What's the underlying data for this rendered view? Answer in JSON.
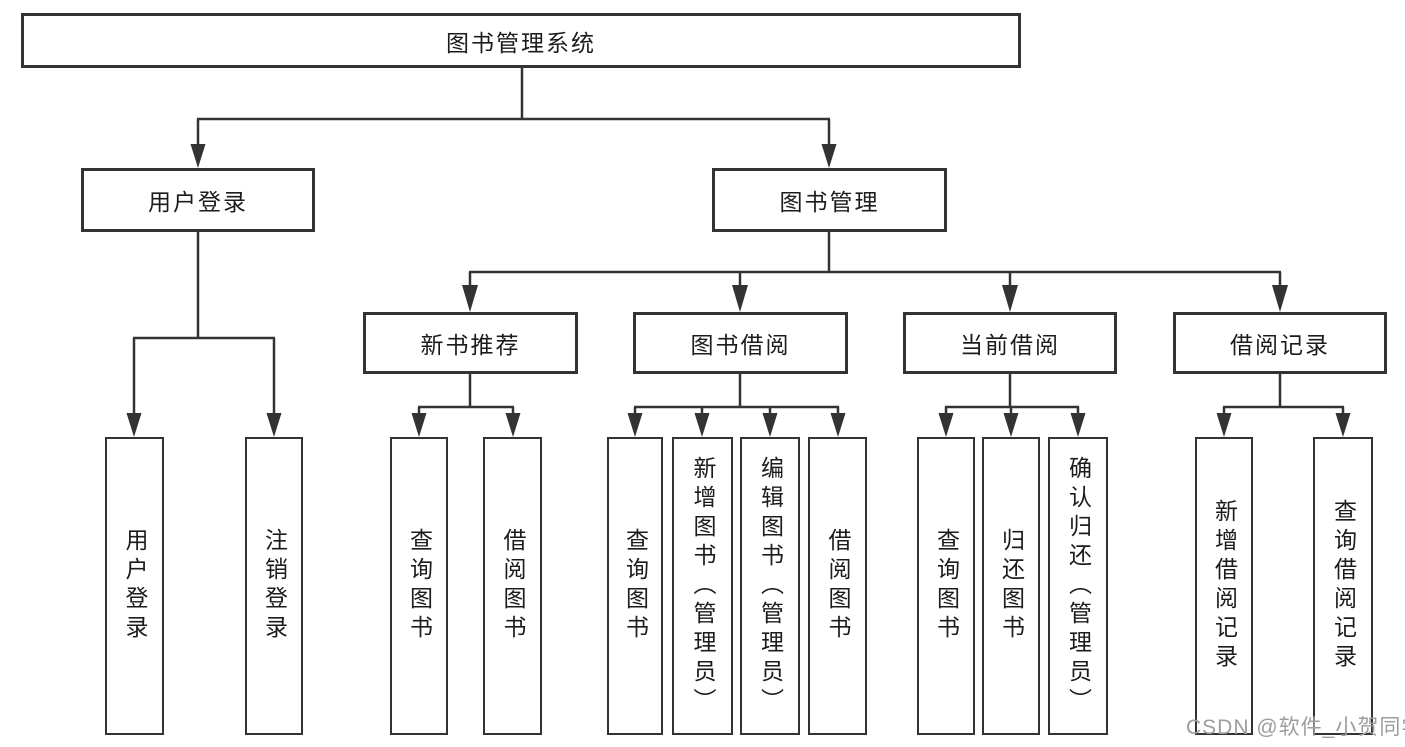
{
  "diagram": {
    "type": "hierarchy-tree",
    "title": "图书管理系统",
    "nodes": {
      "root": {
        "label": "图书管理系统"
      },
      "user_login": {
        "label": "用户登录"
      },
      "book_mgmt": {
        "label": "图书管理"
      },
      "new_book": {
        "label": "新书推荐"
      },
      "book_borrow": {
        "label": "图书借阅"
      },
      "current_borrow": {
        "label": "当前借阅"
      },
      "borrow_record": {
        "label": "借阅记录"
      },
      "login": {
        "label": "用户登录"
      },
      "logout": {
        "label": "注销登录"
      },
      "nb_query": {
        "label": "查询图书"
      },
      "nb_borrow": {
        "label": "借阅图书"
      },
      "bb_query": {
        "label": "查询图书"
      },
      "bb_add": {
        "label": "新增图书（管理员）"
      },
      "bb_edit": {
        "label": "编辑图书（管理员）"
      },
      "bb_borrow": {
        "label": "借阅图书"
      },
      "cb_query": {
        "label": "查询图书"
      },
      "cb_return": {
        "label": "归还图书"
      },
      "cb_confirm": {
        "label": "确认归还（管理员）"
      },
      "br_add": {
        "label": "新增借阅记录"
      },
      "br_query": {
        "label": "查询借阅记录"
      }
    },
    "edges": [
      [
        "root",
        "user_login"
      ],
      [
        "root",
        "book_mgmt"
      ],
      [
        "user_login",
        "login"
      ],
      [
        "user_login",
        "logout"
      ],
      [
        "book_mgmt",
        "new_book"
      ],
      [
        "book_mgmt",
        "book_borrow"
      ],
      [
        "book_mgmt",
        "current_borrow"
      ],
      [
        "book_mgmt",
        "borrow_record"
      ],
      [
        "new_book",
        "nb_query"
      ],
      [
        "new_book",
        "nb_borrow"
      ],
      [
        "book_borrow",
        "bb_query"
      ],
      [
        "book_borrow",
        "bb_add"
      ],
      [
        "book_borrow",
        "bb_edit"
      ],
      [
        "book_borrow",
        "bb_borrow"
      ],
      [
        "current_borrow",
        "cb_query"
      ],
      [
        "current_borrow",
        "cb_return"
      ],
      [
        "current_borrow",
        "cb_confirm"
      ],
      [
        "borrow_record",
        "br_add"
      ],
      [
        "borrow_record",
        "br_query"
      ]
    ],
    "colors": {
      "line": "#333333",
      "box_fill": "#ffffff",
      "text": "#1c1c1c",
      "watermark": "#9d9d9d"
    }
  },
  "watermark": {
    "text": "CSDN @软件_小贺同学"
  }
}
